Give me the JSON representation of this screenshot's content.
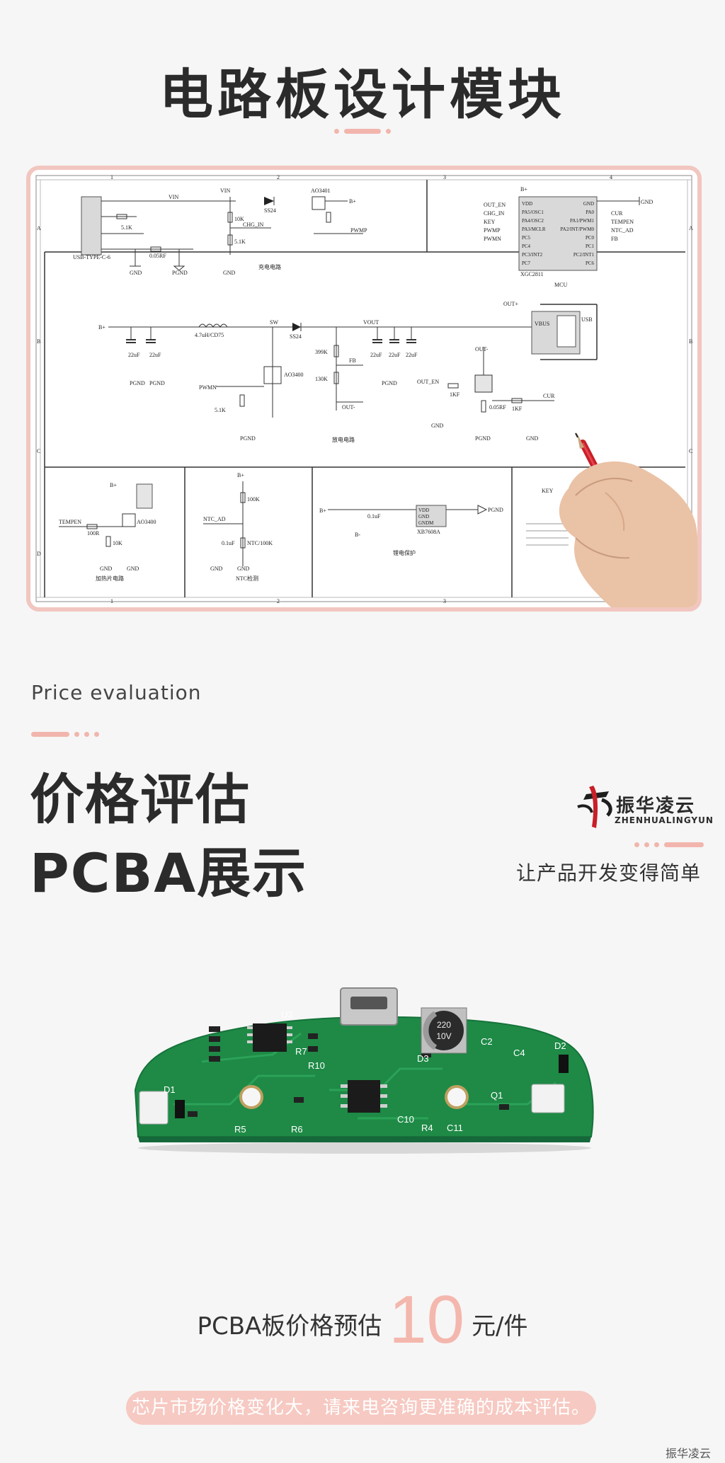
{
  "header": {
    "title": "电路板设计模块"
  },
  "schematic": {
    "col_numbers": [
      "1",
      "2",
      "3",
      "4"
    ],
    "row_letters": [
      "A",
      "B",
      "C",
      "D"
    ],
    "section_labels": {
      "charge": "充电电路",
      "mcu": "MCU",
      "discharge": "放电电路",
      "heater": "加热片电路",
      "ntc": "NTC检测",
      "battery": "锂电保护"
    },
    "chips": {
      "usb_connector": "USB-TYPE-C-6",
      "mcu_chip": "XGC2811",
      "mcu_left_pins": [
        "VDD",
        "PA5/OSC1",
        "PA4/OSC2",
        "PA3/MCLR",
        "PC5",
        "PC4",
        "PC3/INT2",
        "PC7"
      ],
      "mcu_right_pins": [
        "GND",
        "PA0",
        "PA1/PWM1",
        "PA2/INT/PWM0",
        "PC0",
        "PC1",
        "PC2/INT1",
        "PC6"
      ],
      "mosfet": "AO3400",
      "mosfet_p": "AO3401",
      "battery_ic": "XB7608A",
      "battery_pins": [
        "VDD",
        "GND",
        "GNDM"
      ],
      "usb_out": "USB"
    },
    "net_labels": [
      "VIN",
      "B+",
      "GND",
      "PGND",
      "CHG_IN",
      "PWMP",
      "PWMN",
      "OUT_EN",
      "KEY",
      "TEMPEN",
      "NTC_AD",
      "FB",
      "CUR",
      "SW",
      "VOUT",
      "OUT+",
      "OUT-",
      "B-"
    ],
    "components": {
      "d1": "SS24",
      "l1": "4.7uH/CD75",
      "c_22": "22uF",
      "c_01": "0.1uF",
      "r_10k": "10K",
      "r_51k": "5.1K",
      "r_005": "0.05RF",
      "r_399": "399K",
      "r_130": "130K",
      "r_100k": "100K",
      "r_ntc": "NTC/100K",
      "r_100r": "100R",
      "r_1k": "1KF"
    }
  },
  "price_section": {
    "label_en": "Price evaluation",
    "heading_line1": "价格评估",
    "heading_line2": "PCBA展示",
    "brand_cn": "振华凌云",
    "brand_en": "ZHENHUALINGYUN",
    "slogan": "让产品开发变得简单"
  },
  "board": {
    "silk_labels": [
      "U3",
      "R10",
      "R7",
      "D1",
      "C10",
      "R5",
      "R6",
      "C4",
      "C2",
      "Q1",
      "D2",
      "R4",
      "C11",
      "D3"
    ],
    "capacitor_text": [
      "220",
      "10V"
    ]
  },
  "price": {
    "prefix": "PCBA板价格预估",
    "value": "10",
    "suffix": "元/件"
  },
  "notice": "芯片市场价格变化大，请来电咨询更准确的成本评估。",
  "watermark": "振华凌云",
  "colors": {
    "accent_pink": "#f2b5ad",
    "frame_pink": "#f2c6c0",
    "pcb_green": "#1f8f4a",
    "pencil_red": "#d8222a"
  }
}
